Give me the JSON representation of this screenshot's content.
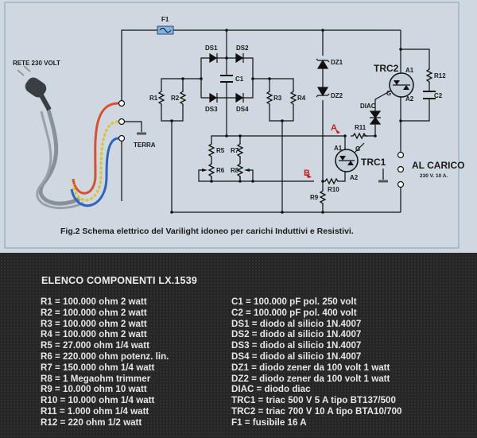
{
  "diagram": {
    "mains_label": "RETE 230 VOLT",
    "earth_label": "TERRA",
    "load_label": "AL CARICO",
    "load_rating": "230 V. 10 A.",
    "point_a": "A",
    "point_b": "B",
    "components": {
      "F1": "F1",
      "DS1": "DS1",
      "DS2": "DS2",
      "DS3": "DS3",
      "DS4": "DS4",
      "C1": "C1",
      "C2": "C2",
      "R1": "R1",
      "R2": "R2",
      "R3": "R3",
      "R4": "R4",
      "R5": "R5",
      "R6": "R6",
      "R7": "R7",
      "R8": "R8",
      "R9": "R9",
      "R10": "R10",
      "R11": "R11",
      "R12": "R12",
      "DZ1": "DZ1",
      "DZ2": "DZ2",
      "DIAC": "DIAC",
      "TRC1": "TRC1",
      "TRC2": "TRC2",
      "A1": "A1",
      "A2": "A2",
      "G": "G"
    },
    "caption": "Fig.2 Schema elettrico del Varilight idoneo per carichi Induttivi e Resistivi.",
    "colors": {
      "background": "#cfd8e0",
      "phase_wire": "#d9502e",
      "earth_wire": "#d8c629",
      "neutral_wire": "#2f63c0",
      "fuse": "#7fb3e0"
    }
  },
  "parts_list": {
    "title": "ELENCO COMPONENTI LX.1539",
    "left": [
      "R1 = 100.000 ohm 2 watt",
      "R2 = 100.000 ohm 2 watt",
      "R3 = 100.000 ohm 2 watt",
      "R4 = 100.000 ohm 2 watt",
      "R5 = 27.000 ohm 1/4 watt",
      "R6 = 220.000 ohm potenz. lin.",
      "R7 = 150.000 ohm 1/4 watt",
      "R8 = 1 Megaohm trimmer",
      "R9 = 10.000 ohm 10 watt",
      "R10 = 10.000 ohm 1/4 watt",
      "R11 = 1.000 ohm 1/4 watt",
      "R12 = 220 ohm 1/2 watt"
    ],
    "right": [
      "C1 = 100.000 pF pol. 250 volt",
      "C2 = 100.000 pF pol. 400 volt",
      "DS1 = diodo al silicio 1N.4007",
      "DS2 = diodo al silicio 1N.4007",
      "DS3 = diodo al silicio 1N.4007",
      "DS4 = diodo al silicio 1N.4007",
      "DZ1 = diodo zener da 100 volt 1 watt",
      "DZ2 = diodo zener da 100 volt 1 watt",
      "DIAC = diodo diac",
      "TRC1 = triac 500 V 5 A tipo BT137/500",
      "TRC2 = triac 700 V 10 A tipo BTA10/700",
      "F1 = fusibile 16 A"
    ]
  }
}
